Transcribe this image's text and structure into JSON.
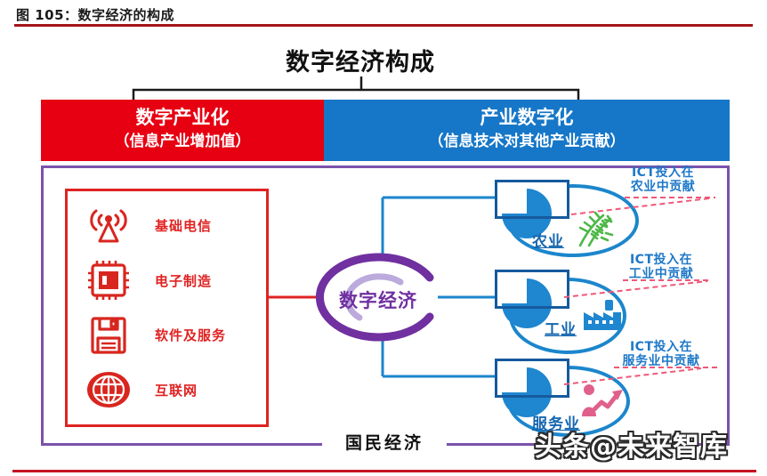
{
  "page": {
    "caption": "图 105：数字经济的构成",
    "watermark": "头条@未来智库"
  },
  "diagram": {
    "title": "数字经济构成",
    "branches": [
      {
        "label": "数字产业化",
        "sub": "（信息产业增加值）",
        "color": "#e60012"
      },
      {
        "label": "产业数字化",
        "sub": "（信息技术对其他产业贡献）",
        "color": "#1677c8"
      }
    ],
    "center": {
      "label": "数字经济"
    },
    "left_items": [
      {
        "label": "基础电信",
        "icon": "antenna-icon"
      },
      {
        "label": "电子制造",
        "icon": "chip-icon"
      },
      {
        "label": "软件及服务",
        "icon": "floppy-icon"
      },
      {
        "label": "互联网",
        "icon": "globe-icon"
      }
    ],
    "right_sectors": [
      {
        "label": "农业",
        "icon": "wheat-icon",
        "note_line1": "ICT投入在",
        "note_line2": "农业中贡献"
      },
      {
        "label": "工业",
        "icon": "factory-icon",
        "note_line1": "ICT投入在",
        "note_line2": "工业中贡献"
      },
      {
        "label": "服务业",
        "icon": "person-chart-icon",
        "note_line1": "ICT投入在",
        "note_line2": "服务业中贡献"
      }
    ],
    "footer_label": "国民经济",
    "colors": {
      "branch_red": "#e60012",
      "branch_blue": "#1677c8",
      "frame_purple": "#7b52ab",
      "center_purple": "#7030a0",
      "line_blue": "#1b86cc",
      "item_red": "#e02222",
      "note_blue": "#1e78c8",
      "dashed_pink": "#ef5878",
      "wheat_green": "#4db848",
      "person_pink": "#e0608c",
      "rule_dark_red": "#a51418",
      "bottom_rule_red": "#c41220"
    }
  }
}
